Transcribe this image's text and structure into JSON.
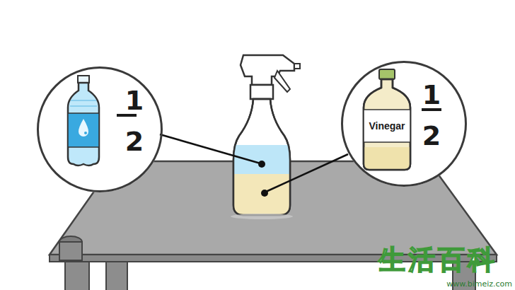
{
  "diagram": {
    "nodes": [
      {
        "text": [
          "1",
          "2"
        ]
      },
      {
        "text": [
          "Vinegar",
          "1",
          "2"
        ]
      }
    ],
    "edges": [],
    "labels": [
      "生活百科",
      "www.bimeiz.com"
    ]
  }
}
